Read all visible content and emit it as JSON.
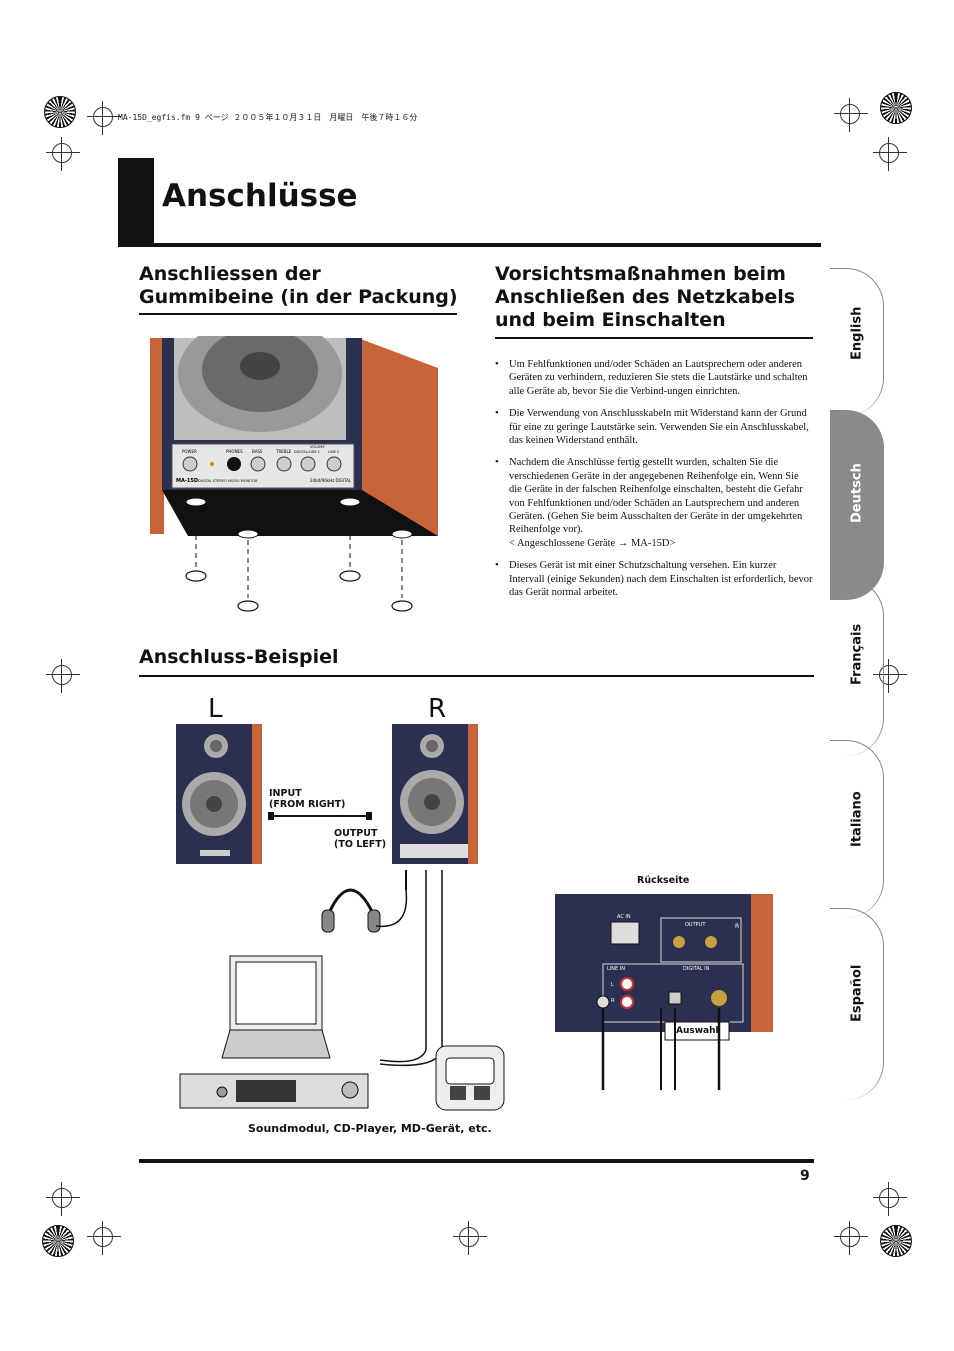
{
  "header": {
    "file_info": "MA-15D_egfis.fm  9 ページ  ２００５年１０月３１日　月曜日　午後７時１６分"
  },
  "page": {
    "title": "Anschlüsse",
    "number": "9"
  },
  "section_feet": {
    "heading_line1": "Anschliessen der",
    "heading_line2": "Gummibeine (in der Packung)"
  },
  "section_power": {
    "heading_line1": "Vorsichtsmaßnahmen beim",
    "heading_line2": "Anschließen des Netzkabels",
    "heading_line3": "und beim Einschalten",
    "bullets": [
      "Um Fehlfunktionen und/oder Schäden an Lautsprechern oder anderen Geräten zu verhindern, reduzieren Sie stets die Lautstärke und schalten alle Geräte ab, bevor Sie die Verbind-ungen einrichten.",
      "Die Verwendung von Anschlusskabeln mit Widerstand kann der Grund für eine zu geringe Lautstärke sein. Verwenden Sie ein Anschlusskabel, das keinen Widerstand enthält.",
      "Nachdem die Anschlüsse fertig gestellt wurden, schalten Sie die verschiedenen Geräte in der angegebenen Reihenfolge ein. Wenn Sie die Geräte in der falschen Reihenfolge einschalten, besteht die Gefahr von Fehlfunktionen und/oder Schäden an Lautsprechern und anderen Geräten. (Gehen Sie beim Ausschalten der Geräte in der umgekehrten Reihenfolge vor).",
      "Dieses Gerät ist mit einer Schutzschaltung versehen. Ein kurzer Intervall (einige Sekunden) nach dem Einschalten ist erforderlich, bevor das Gerät normal arbeitet."
    ],
    "order_note": "< Angeschlossene Geräte → MA-15D>"
  },
  "section_example": {
    "heading": "Anschluss-Beispiel",
    "left_label": "L",
    "right_label": "R",
    "input_label_1": "INPUT",
    "input_label_2": "(FROM RIGHT)",
    "output_label_1": "OUTPUT",
    "output_label_2": "(TO LEFT)",
    "rear_label": "Rückseite",
    "select_label": "Auswahl",
    "source_caption": "Soundmodul, CD-Player, MD-Gerät, etc."
  },
  "front_panel": {
    "power": "POWER",
    "phones": "PHONES",
    "bass": "BASS",
    "treble": "TREBLE",
    "volume": "VOLUME",
    "digital_line1": "DIGITAL/LINE 1",
    "line2": "LINE 2",
    "model": "MA-15D",
    "model_sub": "DIGITAL STEREO MICRO MONITOR",
    "spec": "24bit/96kHz DIGITAL"
  },
  "rear_panel": {
    "ac_in": "AC IN",
    "output": "OUTPUT",
    "line_in": "LINE IN",
    "digital_in": "DIGITAL IN",
    "r_mark": "R",
    "l": "L",
    "r": "R"
  },
  "language_tabs": [
    "English",
    "Deutsch",
    "Français",
    "Italiano",
    "Español"
  ],
  "colors": {
    "cabinet": "#c8643a",
    "panel": "#2b3050",
    "active_tab": "#8a8a8a"
  }
}
